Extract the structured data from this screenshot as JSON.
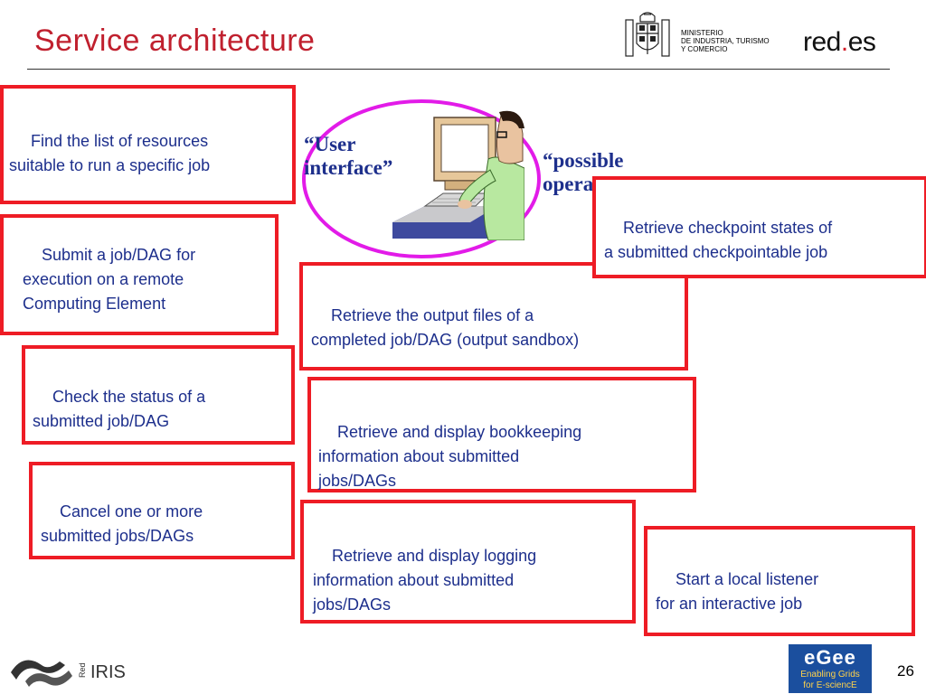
{
  "title": "Service architecture",
  "header": {
    "ministerio_lines": [
      "MINISTERIO",
      "DE INDUSTRIA, TURISMO",
      "Y COMERCIO"
    ],
    "redes_prefix": "red",
    "redes_dot": ".",
    "redes_suffix": "es"
  },
  "quotes": {
    "user_interface": [
      "“User",
      "interface”"
    ],
    "possible_operations": [
      "“possible",
      "operations”"
    ]
  },
  "boxes": {
    "find": [
      "Find the list of resources",
      "suitable to run a specific job"
    ],
    "submit": [
      "Submit a job/DAG for",
      "execution on a remote",
      "Computing Element"
    ],
    "check": [
      "Check the status of a",
      "submitted job/DAG"
    ],
    "cancel": [
      "Cancel one or more",
      "submitted jobs/DAGs"
    ],
    "output": [
      "Retrieve the output files of a",
      "completed job/DAG (output sandbox)"
    ],
    "bookkeeping": [
      "Retrieve and display bookkeeping",
      "information about submitted",
      "jobs/DAGs"
    ],
    "logging": [
      "Retrieve and display logging",
      "information about submitted",
      "jobs/DAGs"
    ],
    "checkpoint": [
      "Retrieve checkpoint states of",
      "a submitted checkpointable job"
    ],
    "listener": [
      "Start a local listener",
      "for an interactive job"
    ]
  },
  "footer": {
    "rediris_small": "Red",
    "rediris_big": "IRIS",
    "egee_logo": "eGee",
    "egee_line1": "Enabling Grids",
    "egee_line2": "for E-sciencE",
    "page_number": "26"
  },
  "colors": {
    "title": "#c0202e",
    "box_border": "#ee1c25",
    "text": "#1d2f8c",
    "ellipse": "#e21be8",
    "egee_bg": "#1b4f9e"
  }
}
